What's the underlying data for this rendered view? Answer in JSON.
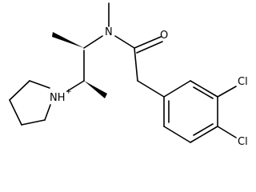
{
  "molecule": {
    "atoms": {
      "nitrogen_amide": "N",
      "oxygen": "O",
      "chlorine_3": "Cl",
      "chlorine_4": "Cl",
      "pyrrolidinium": {
        "symbol": "N",
        "hydrogen": "H",
        "charge": "+"
      }
    },
    "colors": {
      "bond": "#000000",
      "label": "#000000",
      "background": "#ffffff"
    }
  }
}
